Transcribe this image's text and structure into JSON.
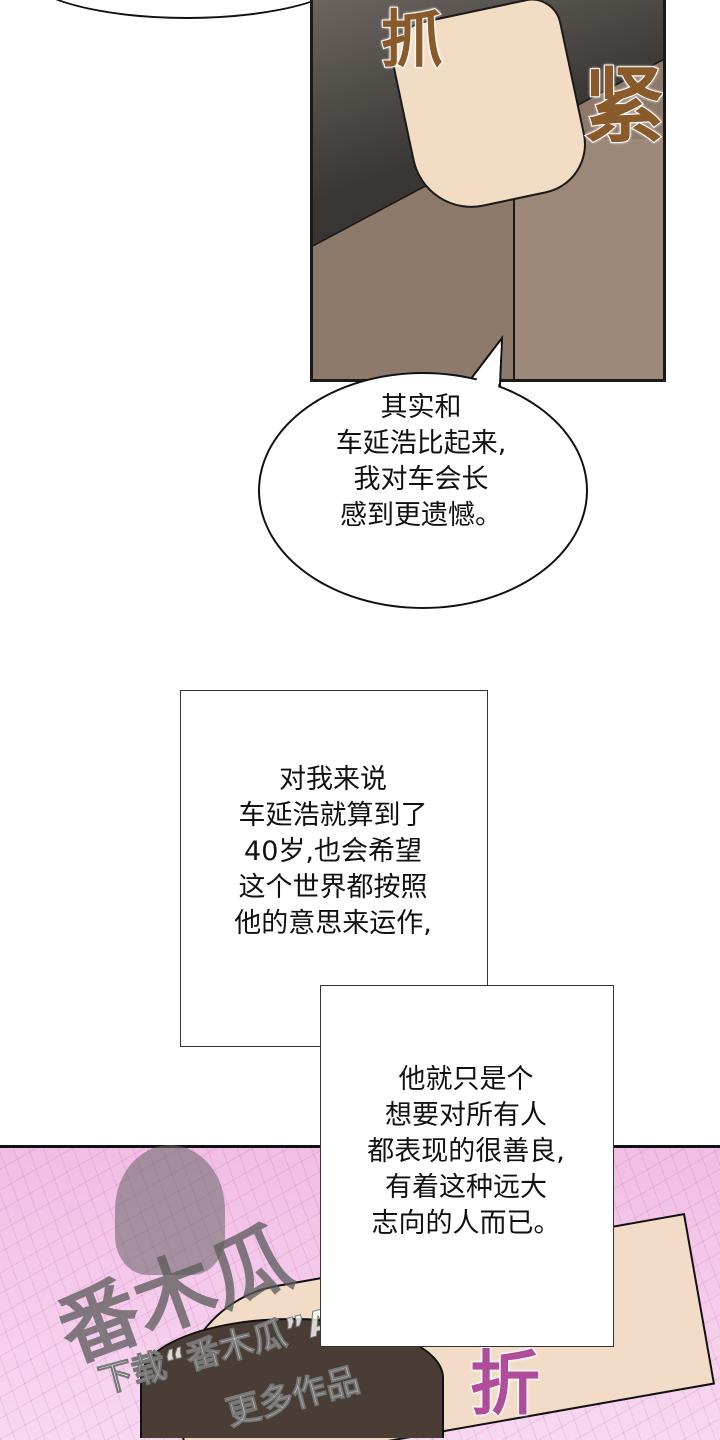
{
  "panel1": {
    "sfx_grab_1": "抓",
    "sfx_grab_2": "紧"
  },
  "bubble": {
    "lines": [
      "其实和",
      "车延浩比起来,",
      "我对车会长",
      "感到更遗憾。"
    ]
  },
  "narration1": {
    "lines": [
      "对我来说",
      "车延浩就算到了",
      "40岁,也会希望",
      "这个世界都按照",
      "他的意思来运作,"
    ]
  },
  "narration2": {
    "lines": [
      "他就只是个",
      "想要对所有人",
      "都表现的很善良,",
      "有着这种远大",
      "志向的人而已。"
    ]
  },
  "panel3": {
    "sfx": "折"
  },
  "watermark": {
    "logo": "番木瓜",
    "tagline": "下载“番木瓜”APP",
    "tagline2": "更多作品"
  },
  "colors": {
    "sfx_brown": "#8b5a2b",
    "sfx_purple": "#b04d9a",
    "panel_pink": "#f2bde6"
  }
}
